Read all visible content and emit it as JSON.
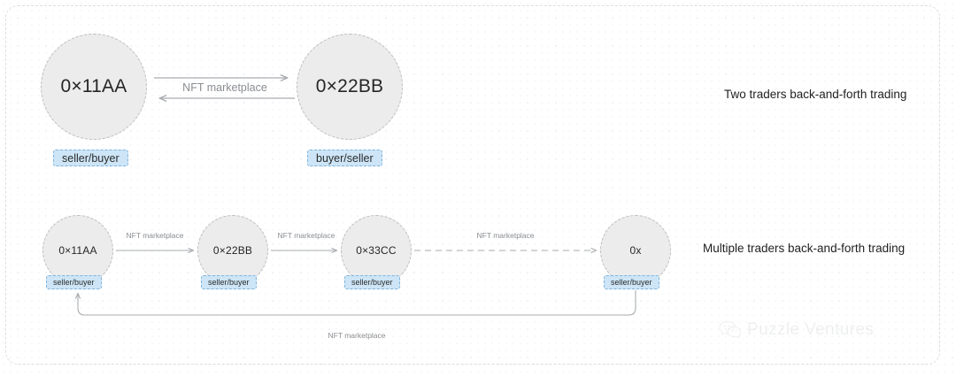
{
  "diagram": {
    "title_row1": "Two traders back-and-forth trading",
    "title_row2": "Multiple traders back-and-forth trading",
    "edge_label": "NFT marketplace",
    "colors": {
      "node_fill": "#ececec",
      "node_border": "#bdbdbd",
      "badge_fill": "#cde5f6",
      "badge_border": "#7fb4dd",
      "edge_stroke": "#a9acb0",
      "frame_border": "#dcdee1",
      "text": "#1f1f1f",
      "muted_text": "#8a8d91"
    }
  },
  "row1": {
    "caption": "Two traders back-and-forth trading",
    "nodes": [
      {
        "id": "n1",
        "label": "0×11AA",
        "badge": "seller/buyer"
      },
      {
        "id": "n2",
        "label": "0×22BB",
        "badge": "buyer/seller"
      }
    ],
    "edges": [
      {
        "from": "n1",
        "to": "n2",
        "label": "NFT marketplace",
        "direction": "right",
        "style": "solid"
      },
      {
        "from": "n2",
        "to": "n1",
        "label": "",
        "direction": "left",
        "style": "solid"
      }
    ]
  },
  "row2": {
    "caption": "Multiple traders back-and-forth trading",
    "nodes": [
      {
        "id": "m1",
        "label": "0×11AA",
        "badge": "seller/buyer"
      },
      {
        "id": "m2",
        "label": "0×22BB",
        "badge": "seller/buyer"
      },
      {
        "id": "m3",
        "label": "0×33CC",
        "badge": "seller/buyer"
      },
      {
        "id": "m4",
        "label": "0x",
        "badge": "seller/buyer"
      }
    ],
    "edges": [
      {
        "from": "m1",
        "to": "m2",
        "label": "NFT marketplace",
        "direction": "right",
        "style": "solid"
      },
      {
        "from": "m2",
        "to": "m3",
        "label": "NFT marketplace",
        "direction": "right",
        "style": "solid"
      },
      {
        "from": "m3",
        "to": "m4",
        "label": "NFT marketplace",
        "direction": "right",
        "style": "dashed"
      },
      {
        "from": "m4",
        "to": "m1",
        "label": "NFT marketplace",
        "direction": "loop",
        "style": "solid"
      }
    ]
  },
  "watermark": {
    "text": "Puzzle Ventures",
    "icon": "wechat-bubbles-icon"
  }
}
